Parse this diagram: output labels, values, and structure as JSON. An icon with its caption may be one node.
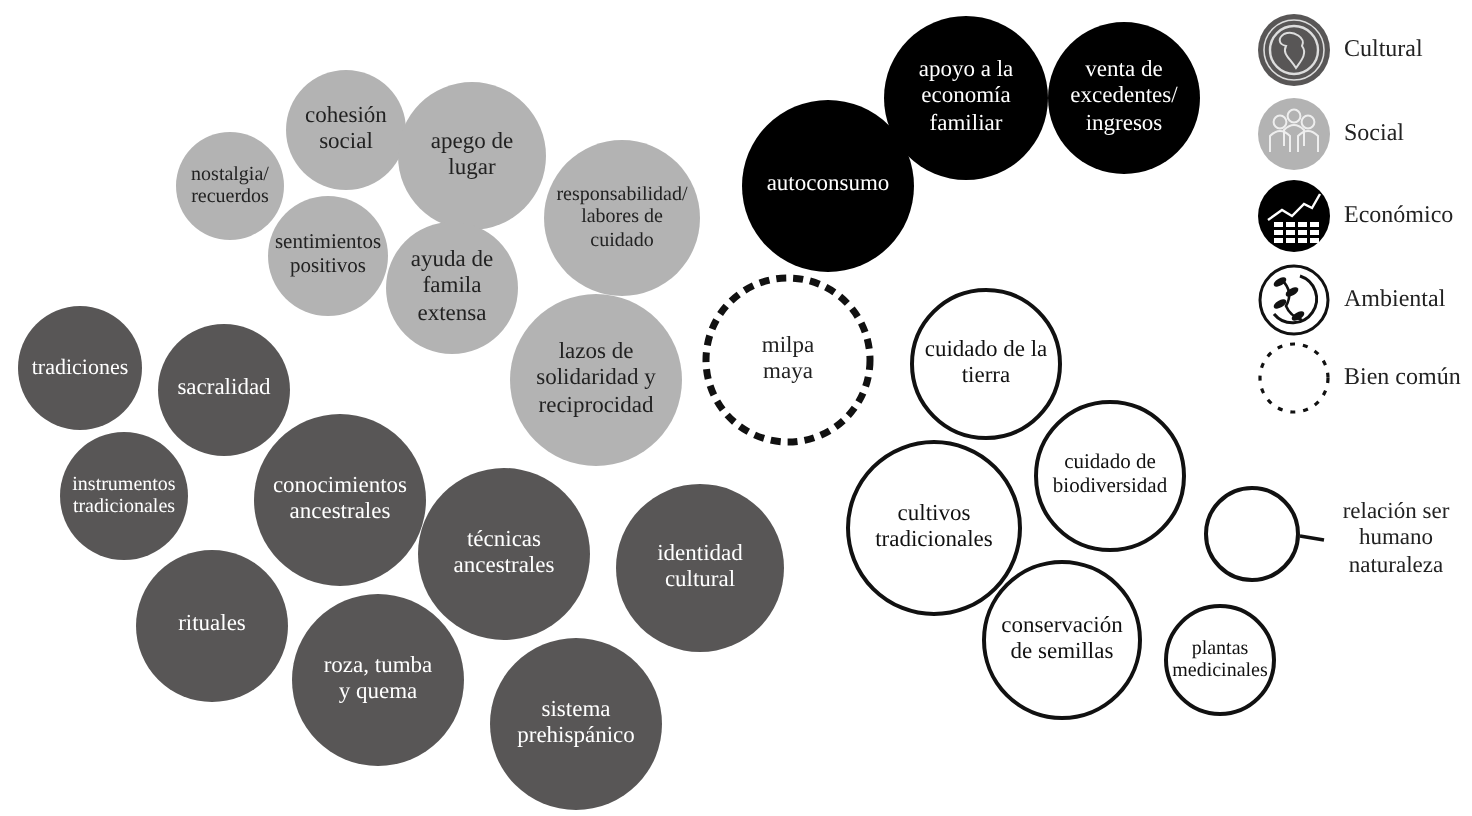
{
  "diagram": {
    "nodes": [
      {
        "text": [
          "nostalgia/ recuerdos"
        ]
      },
      {
        "text": [
          "cohesión social"
        ]
      },
      {
        "text": [
          "apego de lugar"
        ]
      },
      {
        "text": [
          "sentimientos positivos"
        ]
      },
      {
        "text": [
          "ayuda de famila extensa"
        ]
      },
      {
        "text": [
          "responsabilidad/ labores de cuidado"
        ]
      },
      {
        "text": [
          "lazos de solidaridad y reciprocidad"
        ]
      },
      {
        "text": [
          "tradiciones"
        ]
      },
      {
        "text": [
          "sacralidad"
        ]
      },
      {
        "text": [
          "instrumentos tradicionales"
        ]
      },
      {
        "text": [
          "conocimientos ancestrales"
        ]
      },
      {
        "text": [
          "técnicas ancestrales"
        ]
      },
      {
        "text": [
          "identidad cultural"
        ]
      },
      {
        "text": [
          "rituales"
        ]
      },
      {
        "text": [
          "roza, tumba y quema"
        ]
      },
      {
        "text": [
          "sistema prehispánico"
        ]
      },
      {
        "text": [
          "autoconsumo"
        ]
      },
      {
        "text": [
          "apoyo a la economía familiar"
        ]
      },
      {
        "text": [
          "venta de excedentes/ ingresos"
        ]
      },
      {
        "text": [
          "milpa maya"
        ]
      },
      {
        "text": [
          "cuidado de la tierra"
        ]
      },
      {
        "text": [
          "cultivos tradicionales"
        ]
      },
      {
        "text": [
          "cuidado de biodiversidad"
        ]
      },
      {
        "text": [
          "conservación de semillas"
        ]
      },
      {
        "text": [
          "plantas medicinales"
        ]
      },
      {
        "text": [],
        "shape": "circle"
      },
      {
        "text": [
          "relación ser humano naturaleza"
        ]
      }
    ],
    "edges": [
      {
        "from": 26,
        "to": 25,
        "arrow": "none"
      }
    ],
    "legend": [
      {
        "text": "Cultural"
      },
      {
        "text": "Social"
      },
      {
        "text": "Económico"
      },
      {
        "text": "Ambiental"
      },
      {
        "text": "Bien común"
      }
    ]
  }
}
